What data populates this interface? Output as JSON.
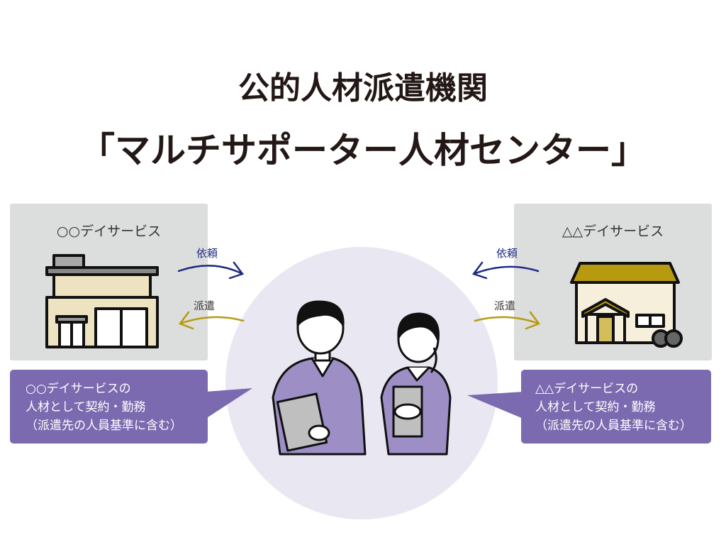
{
  "title": {
    "line1": "公的人材派遣機関",
    "line2": "「マルチサポーター人材センター」"
  },
  "left": {
    "name": "○○デイサービス",
    "request_label": "依頼",
    "dispatch_label": "派遣",
    "callout": [
      "○○デイサービスの",
      "人材として契約・勤務",
      "（派遣先の人員基準に含む）"
    ]
  },
  "right": {
    "name": "△△デイサービス",
    "request_label": "依頼",
    "dispatch_label": "派遣",
    "callout": [
      "△△デイサービスの",
      "人材として契約・勤務",
      "（派遣先の人員基準に含む）"
    ]
  },
  "colors": {
    "request": "#1f2a80",
    "dispatch": "#b89a10",
    "callout": "#7b6aaf",
    "circle": "#e9e7f1",
    "panel": "#dcdddd"
  }
}
